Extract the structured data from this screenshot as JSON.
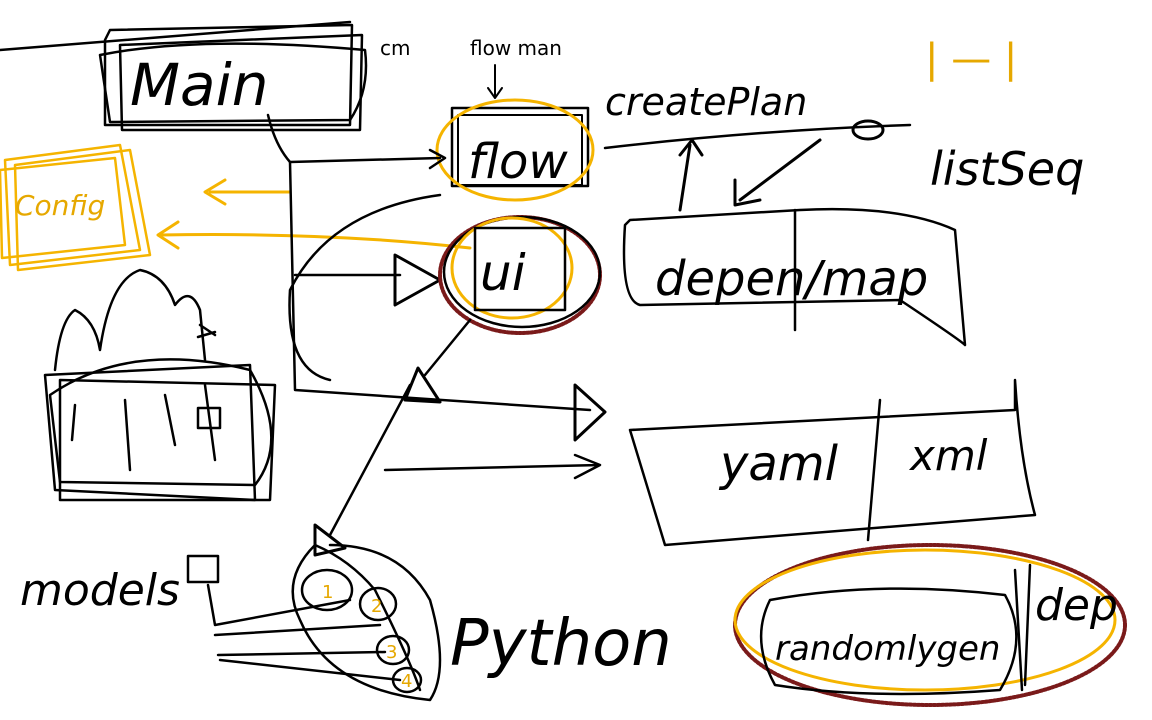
{
  "colors": {
    "ink": "#000000",
    "highlight": "#f5b400",
    "scribble": "#7a1a1a",
    "background": "#ffffff"
  },
  "labels": {
    "main": "Main",
    "main_annotation": "cm",
    "flow_manager_annotation": "flow man",
    "flow": "flow",
    "create_plan": "createPlan",
    "list_seq": "listSeq",
    "config": "Config",
    "ui": "ui",
    "depen_map": "depen/map",
    "yaml": "yaml",
    "xml": "xml",
    "models": "models",
    "python": "Python",
    "randomly_gen": "randomlygen",
    "dep": "dep",
    "models_index": [
      "1",
      "2",
      "3",
      "4"
    ],
    "top_right_marks": "| — |"
  }
}
